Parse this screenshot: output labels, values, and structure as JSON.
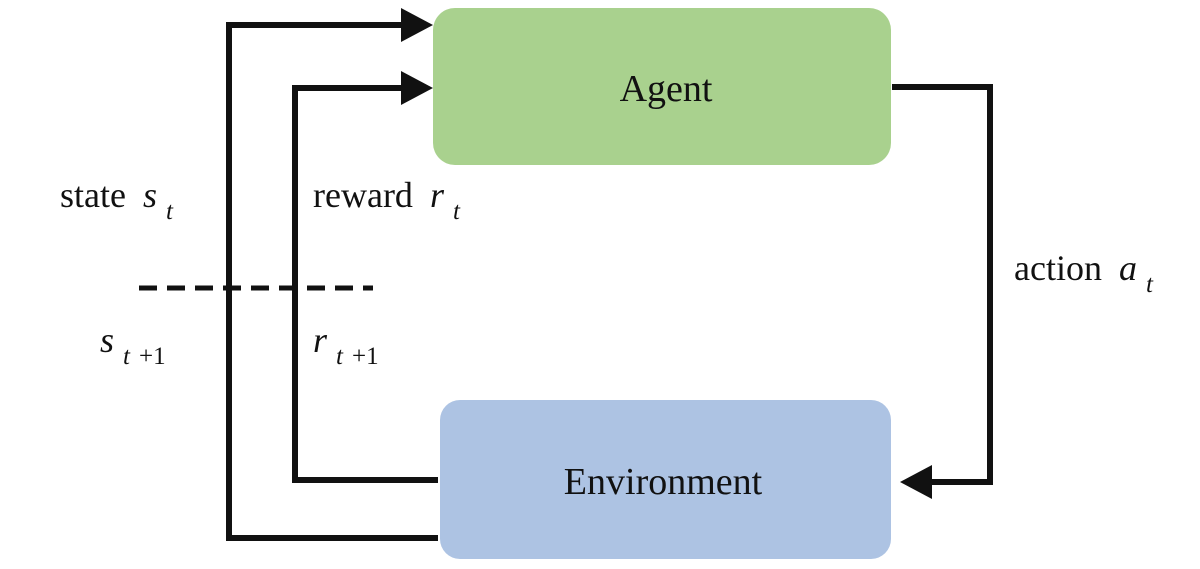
{
  "nodes": {
    "agent": {
      "label": "Agent",
      "fill": "#a9d18e"
    },
    "environment": {
      "label": "Environment",
      "fill": "#adc3e3"
    }
  },
  "edges": {
    "action": {
      "word": "action",
      "var": "a",
      "sub": "t"
    },
    "state": {
      "word": "state",
      "var": "s",
      "sub": "t"
    },
    "reward": {
      "word": "reward",
      "var": "r",
      "sub": "t"
    }
  },
  "next_step": {
    "state": {
      "var": "s",
      "sub_var": "t",
      "sub_rest": "+1"
    },
    "reward": {
      "var": "r",
      "sub_var": "t",
      "sub_rest": "+1"
    }
  },
  "colors": {
    "line": "#111111"
  }
}
